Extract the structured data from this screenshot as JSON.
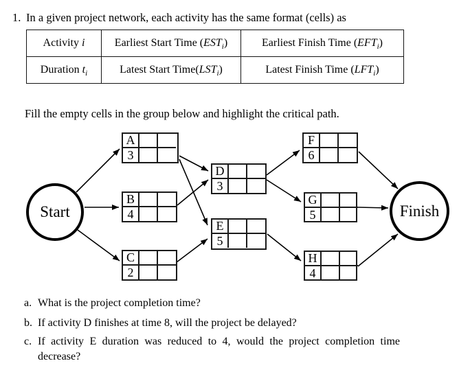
{
  "page": {
    "item_number": "1.",
    "intro": "In a given project network, each activity has the same format (cells) as",
    "fill_instruction": "Fill the empty cells in the group below and highlight the critical path."
  },
  "format_table": {
    "rows": [
      [
        {
          "pre": "Activity ",
          "var": "i",
          "sub": "",
          "post": ""
        },
        {
          "pre": "Earliest Start Time (",
          "var": "EST",
          "sub": "i",
          "post": ")"
        },
        {
          "pre": "Earliest Finish Time (",
          "var": "EFT",
          "sub": "i",
          "post": ")"
        }
      ],
      [
        {
          "pre": "Duration ",
          "var": "t",
          "sub": "i",
          "post": ""
        },
        {
          "pre": "Latest Start Time(",
          "var": "LST",
          "sub": "i",
          "post": ")"
        },
        {
          "pre": "Latest Finish Time (",
          "var": "LFT",
          "sub": "i",
          "post": ")"
        }
      ]
    ]
  },
  "diagram": {
    "start_label": "Start",
    "finish_label": "Finish",
    "nodes": [
      {
        "letter": "A",
        "duration": "3"
      },
      {
        "letter": "B",
        "duration": "4"
      },
      {
        "letter": "C",
        "duration": "2"
      },
      {
        "letter": "D",
        "duration": "3"
      },
      {
        "letter": "E",
        "duration": "5"
      },
      {
        "letter": "F",
        "duration": "6"
      },
      {
        "letter": "G",
        "duration": "5"
      },
      {
        "letter": "H",
        "duration": "4"
      }
    ],
    "edges": [
      "Start-A",
      "Start-B",
      "Start-C",
      "A-D",
      "B-D",
      "A-E",
      "C-E",
      "D-F",
      "D-G",
      "E-H",
      "F-Finish",
      "G-Finish",
      "H-Finish"
    ],
    "line_color": "#000000",
    "background": "#ffffff"
  },
  "questions": [
    {
      "label": "a.",
      "text": "What is the project completion time?"
    },
    {
      "label": "b.",
      "text": "If activity D finishes at time 8, will the project be delayed?"
    },
    {
      "label": "c.",
      "text": "If activity E duration was reduced to 4, would the project completion time",
      "text2": "decrease?"
    }
  ]
}
